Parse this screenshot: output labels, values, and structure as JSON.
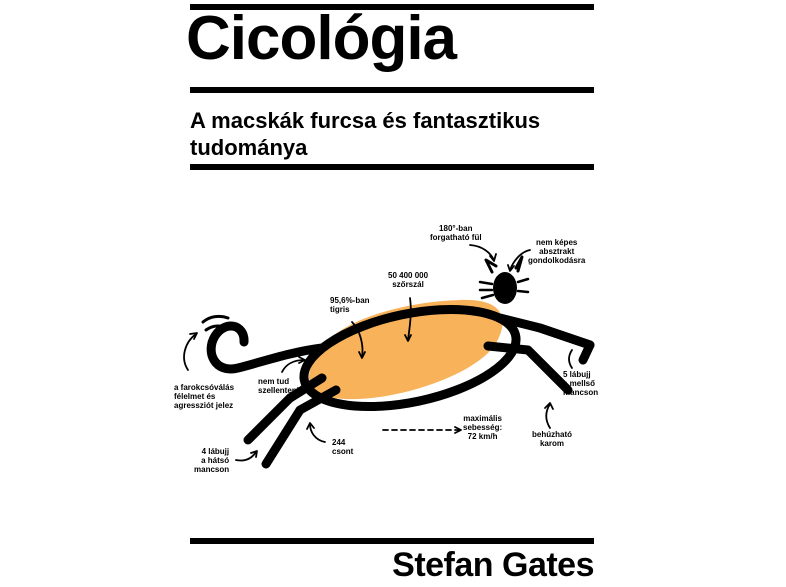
{
  "cover": {
    "title": "Cicológia",
    "subtitle": "A macskák furcsa és fantasztikus tudománya",
    "author": "Stefan Gates"
  },
  "colors": {
    "body_fill": "#F8B25A",
    "ink": "#000000",
    "background": "#FFFFFF"
  },
  "annotations": {
    "ear_rotation": "180°-ban\nforgatható fül",
    "no_abstract_thinking": "nem képes\nabsztrakt\ngondolkodásra",
    "fur_count": "50 400 000\nszőrszál",
    "tiger_share": "95,6%-ban\ntigris",
    "tail_wag": "a farokcsóválás\nfélelmet és\nagressziót jelez",
    "no_sweat": "nem tud\nszellenteni",
    "front_toes": "5 lábujj\na mellső\nmancson",
    "retractable_claw": "behúzható\nkarom",
    "top_speed": "maximális\nsebesség:\n72 km/h",
    "bones": "244\ncsont",
    "hind_toes": "4 lábujj\na hátsó\nmancson"
  }
}
